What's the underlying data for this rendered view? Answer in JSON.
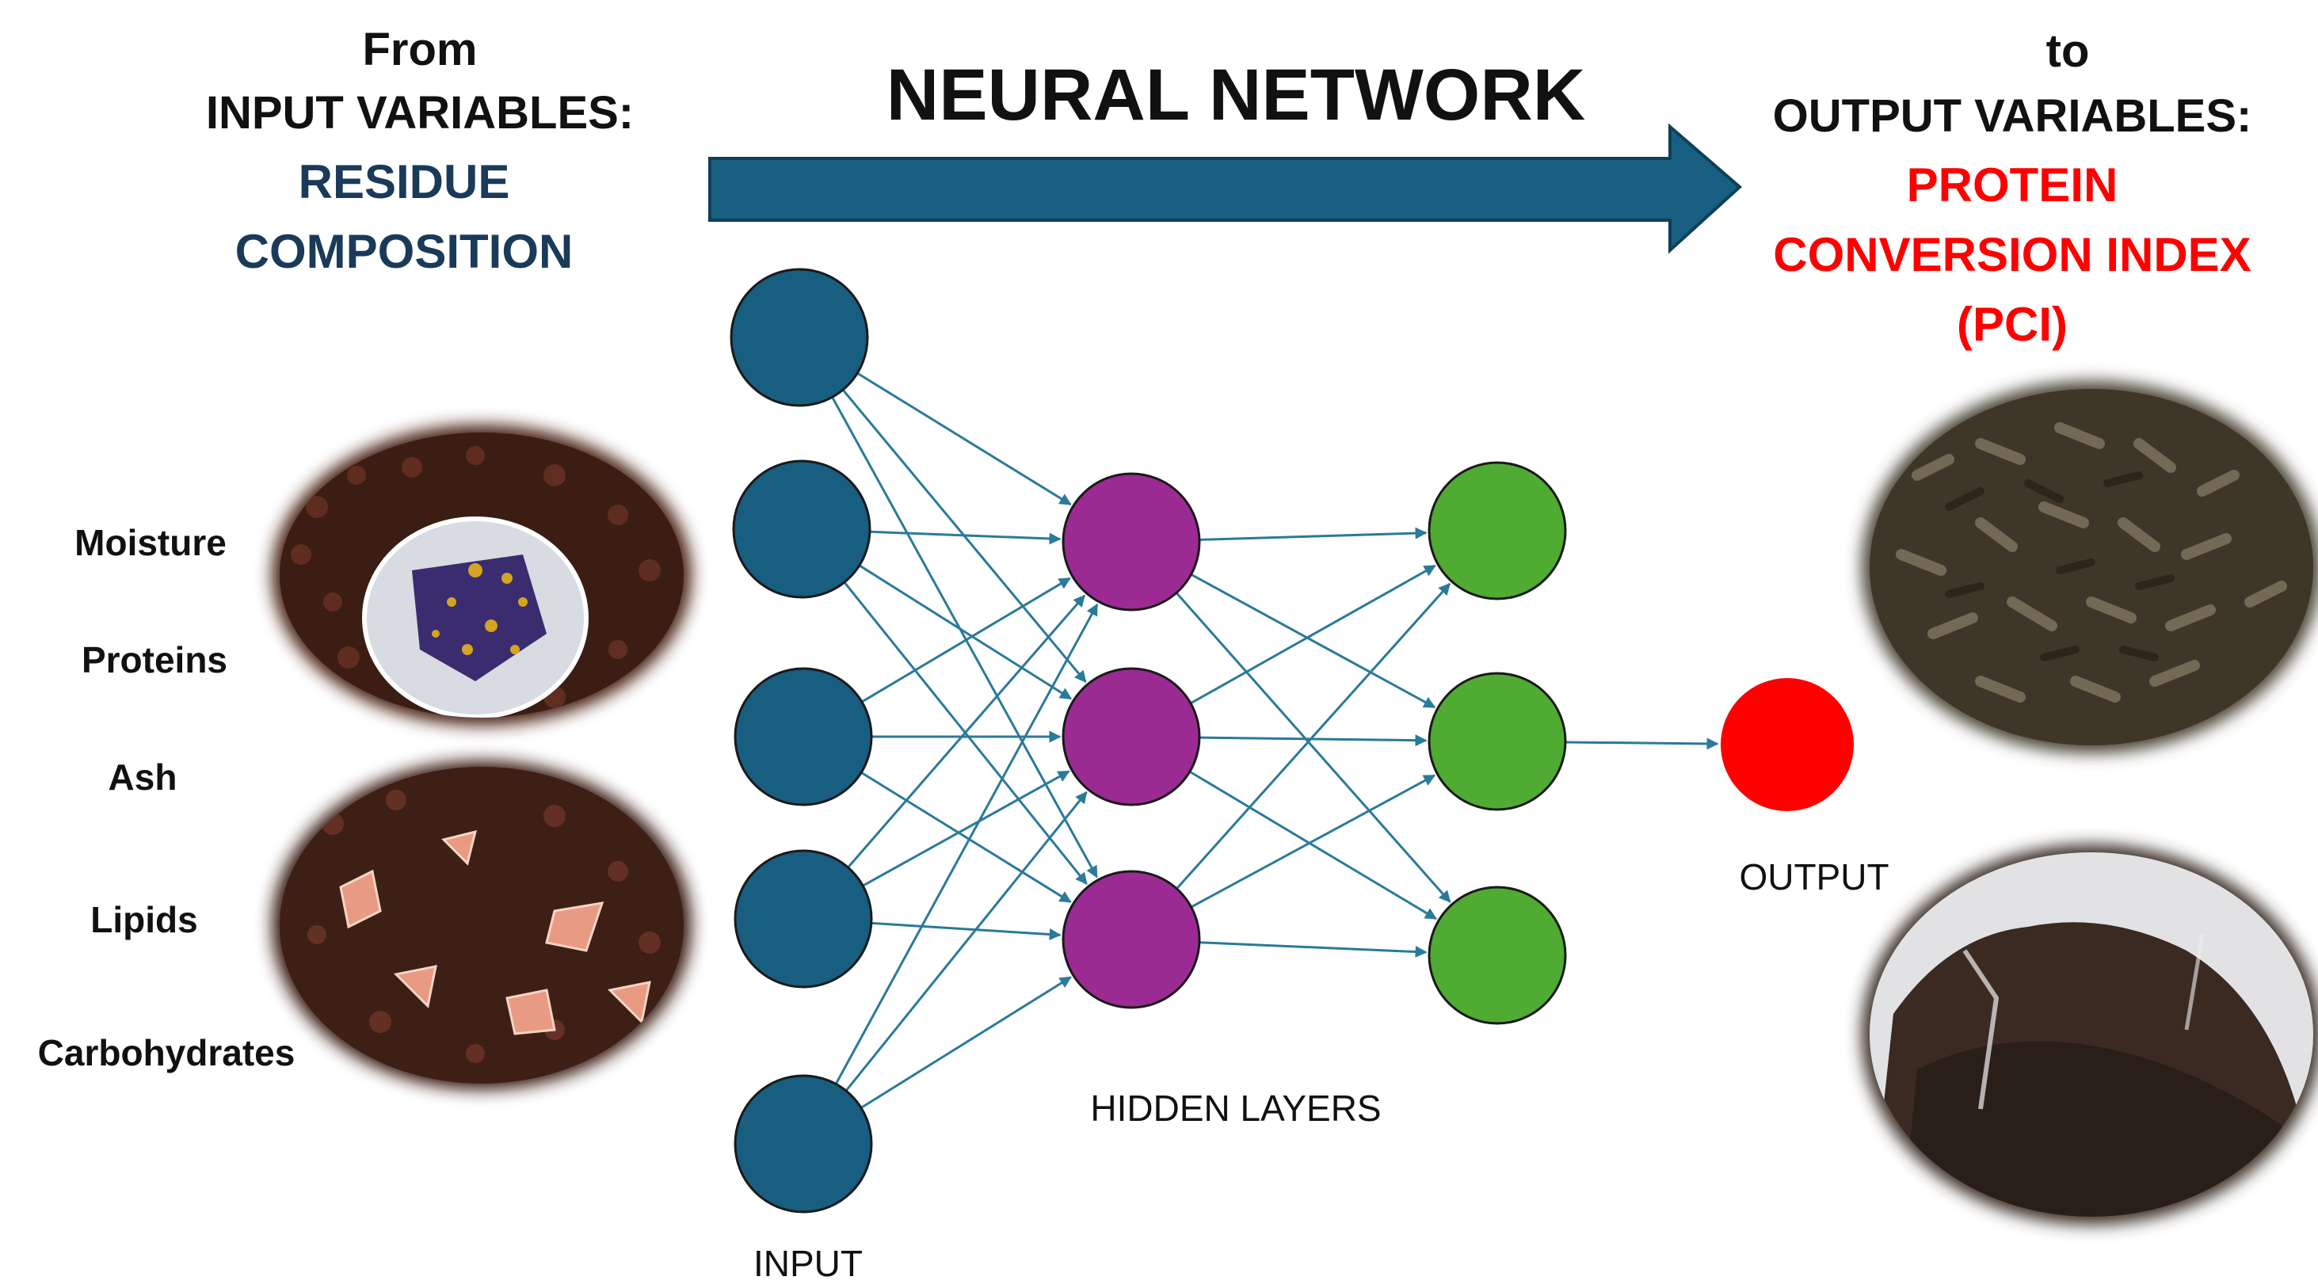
{
  "title": "NEURAL NETWORK",
  "left_header": {
    "line1": "From",
    "line2": "INPUT VARIABLES:",
    "line3": "RESIDUE",
    "line4": "COMPOSITION"
  },
  "right_header": {
    "line1": "to",
    "line2": "OUTPUT VARIABLES:",
    "line3": "PROTEIN",
    "line4": "CONVERSION INDEX",
    "line5": "(PCI)"
  },
  "input_variables": [
    "Moisture",
    "Proteins",
    "Ash",
    "Lipids",
    "Carbohydrates"
  ],
  "layer_labels": {
    "input": "INPUT",
    "hidden": "HIDDEN LAYERS",
    "output": "OUTPUT"
  },
  "colors": {
    "input_node": "#175e80",
    "hidden1_node": "#9b2b93",
    "hidden2_node": "#4fab32",
    "output_node": "#ff0000",
    "arrow": "#175e80",
    "edge": "#2a7a9a",
    "dark_text": "#111111",
    "blue_text": "#1a3a5a",
    "red_text": "#ff0000"
  }
}
